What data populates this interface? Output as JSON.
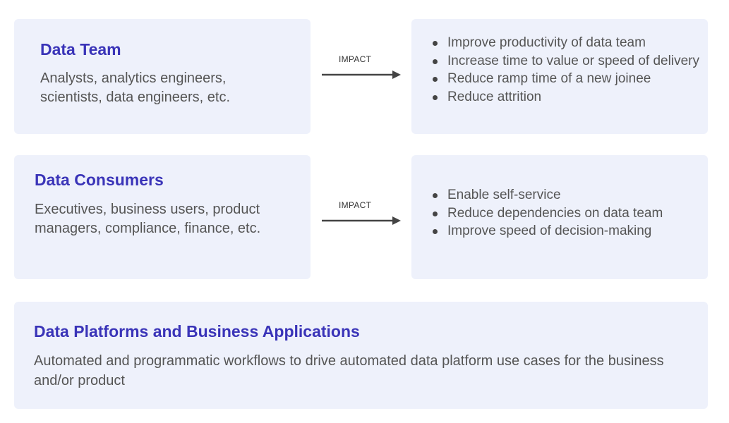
{
  "data_team": {
    "title": "Data Team",
    "description": "Analysts, analytics engineers, scientists, data engineers, etc.",
    "impact_label": "IMPACT",
    "impacts": [
      "Improve productivity of data team",
      "Increase time to value or speed of delivery",
      "Reduce ramp time of a new joinee",
      "Reduce attrition"
    ]
  },
  "data_consumers": {
    "title": "Data Consumers",
    "description": "Executives, business users, product managers, compliance, finance, etc.",
    "impact_label": "IMPACT",
    "impacts": [
      "Enable self-service",
      "Reduce dependencies on data team",
      "Improve speed of decision-making"
    ]
  },
  "data_platforms": {
    "title": "Data Platforms and Business Applications",
    "description": "Automated and programmatic workflows to drive automated data platform use cases for the business and/or product"
  },
  "colors": {
    "box_background": "#eef1fb",
    "title": "#3a34b8",
    "body_text": "#555555"
  }
}
